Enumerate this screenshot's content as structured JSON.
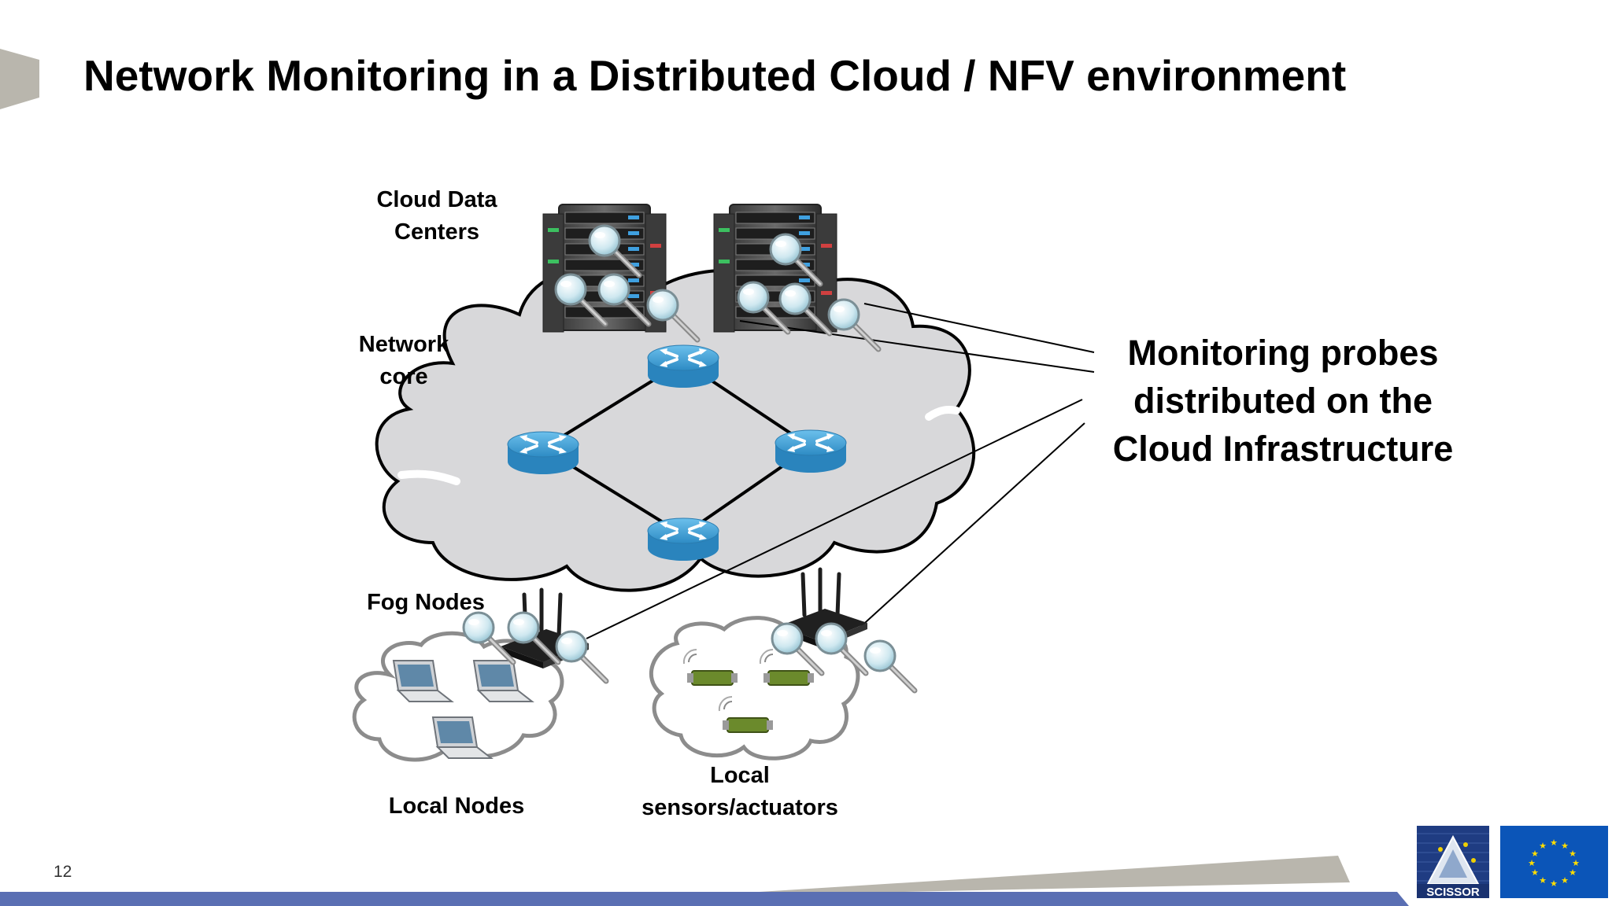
{
  "slide": {
    "title": "Network Monitoring in a Distributed Cloud / NFV environment",
    "page_number": "12"
  },
  "labels": {
    "cloud_data_centers": [
      "Cloud Data",
      "Centers"
    ],
    "network_core": [
      "Network",
      "core"
    ],
    "fog_nodes": "Fog Nodes",
    "local_nodes": "Local Nodes",
    "local_sensors": [
      "Local",
      "sensors/actuators"
    ]
  },
  "callout": {
    "lines": [
      "Monitoring probes",
      "distributed on the",
      "Cloud Infrastructure"
    ]
  },
  "logos": {
    "left": "SCISSOR",
    "right": "EU flag"
  },
  "colors": {
    "router": "#3a9fd4",
    "cloud_fill": "#d8d8da",
    "bottom_band": "#5a6fb3",
    "accent_gray": "#b9b6ad",
    "eu_blue": "#0b55b8",
    "eu_star": "#ffdd00"
  }
}
